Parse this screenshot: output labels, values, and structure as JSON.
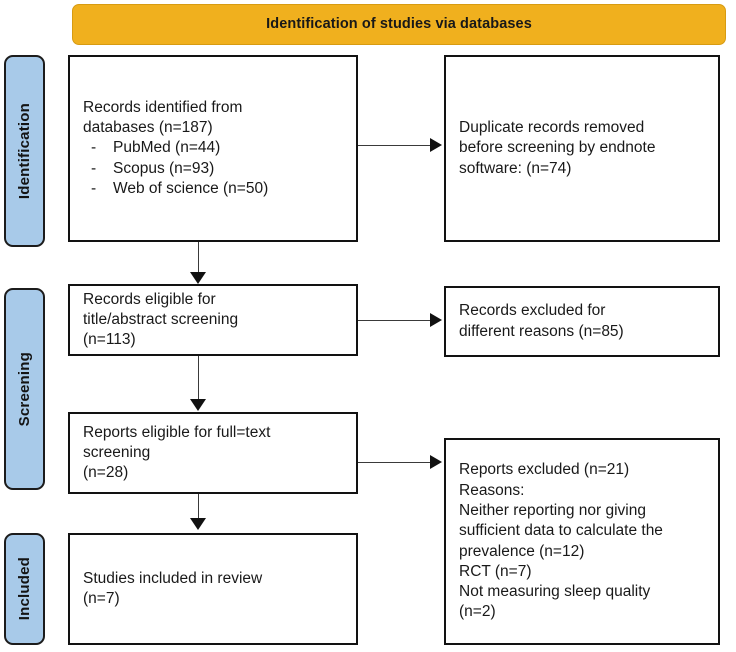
{
  "banner": {
    "title": "Identification of studies via databases"
  },
  "stages": [
    {
      "id": "identification",
      "label": "Identification"
    },
    {
      "id": "screening",
      "label": "Screening"
    },
    {
      "id": "included",
      "label": "Included"
    }
  ],
  "boxes": {
    "records_identified": {
      "line1": "Records identified from",
      "line2": "databases (n=187)",
      "bullet_marker": "-",
      "bullets": [
        "PubMed (n=44)",
        "Scopus (n=93)",
        "Web of science (n=50)"
      ]
    },
    "duplicates_removed": {
      "line1": "Duplicate records removed",
      "line2": "before screening by endnote",
      "line3": "software: (n=74)"
    },
    "records_eligible": {
      "line1": "Records eligible for",
      "line2": "title/abstract screening",
      "line3": "(n=113)"
    },
    "records_excluded": {
      "line1": "Records excluded for",
      "line2": "different reasons (n=85)"
    },
    "reports_eligible": {
      "line1": "Reports eligible for full=text",
      "line2": "screening",
      "line3": "(n=28)"
    },
    "reports_excluded": {
      "line1": "Reports excluded (n=21)",
      "line2": "Reasons:",
      "line3": "Neither reporting nor giving",
      "line4": "sufficient data to calculate the",
      "line5": "prevalence (n=12)",
      "line6": "RCT (n=7)",
      "line7": "Not measuring sleep quality",
      "line8": "(n=2)"
    },
    "studies_included": {
      "line1": "Studies included in review",
      "line2": "(n=7)"
    }
  },
  "colors": {
    "banner_fill": "#F0B01E",
    "stage_fill": "#A8CAE9",
    "box_border": "#121212",
    "connector": "#3a3a3a"
  }
}
